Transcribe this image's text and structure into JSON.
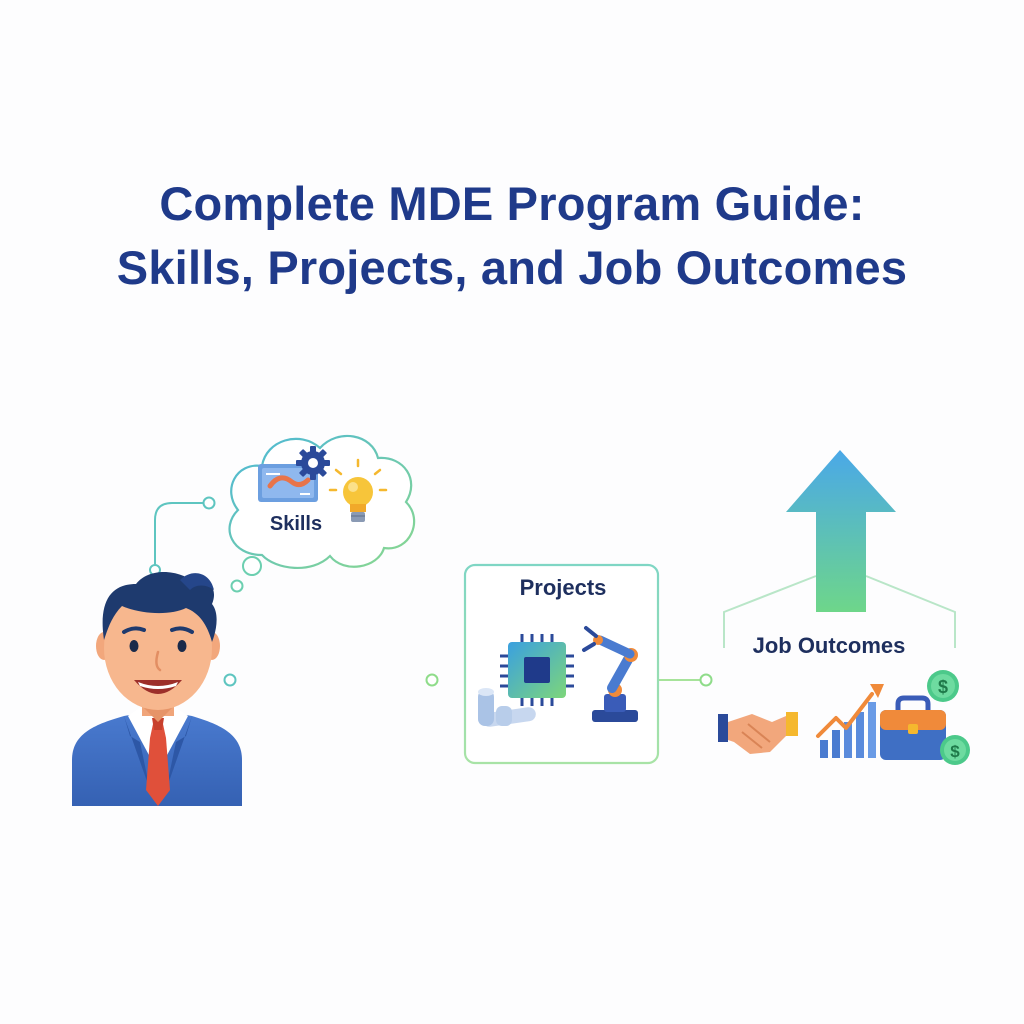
{
  "title": {
    "line1": "Complete MDE Program Guide:",
    "line2": "Skills, Projects, and Job Outcomes"
  },
  "nodes": {
    "skills": {
      "label": "Skills",
      "icons": [
        "circuit-card-icon",
        "gear-icon",
        "lightbulb-icon"
      ]
    },
    "projects": {
      "label": "Projects",
      "icons": [
        "microchip-icon",
        "blueprint-roll-icon",
        "robotic-arm-icon"
      ]
    },
    "outcomes": {
      "label": "Job Outcomes",
      "icons": [
        "upward-arrow-icon",
        "handshake-icon",
        "growth-chart-icon",
        "briefcase-icon",
        "dollar-coin-icon"
      ]
    }
  },
  "colors": {
    "title": "#1f3a8a",
    "line_teal": "#5ec5c0",
    "line_green": "#8fdc8a",
    "suit": "#3f6fc4",
    "hair": "#1e3a6e",
    "tie": "#e0503a",
    "arrow_top": "#4aa8e8",
    "arrow_bottom": "#6ed68a"
  }
}
